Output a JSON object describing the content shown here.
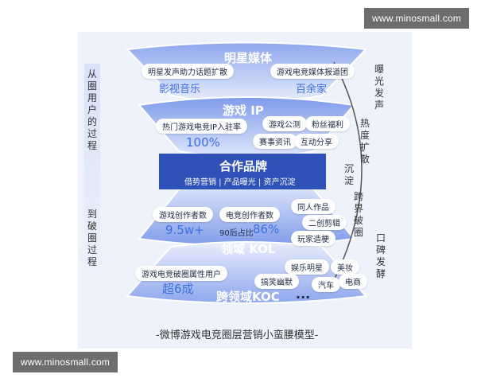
{
  "watermarks": {
    "top": "www.minosmall.com",
    "bottom": "www.minosmall.com"
  },
  "left_arrow": {
    "upper": "从圈用户的过程",
    "lower": "到破圈过程"
  },
  "right_labels": {
    "a": "曝光发声",
    "b": "热度扩散",
    "c": "沉淀",
    "d": "跨界破圈",
    "e": "口碑发酵"
  },
  "tier1": {
    "title": "明星媒体",
    "pill_left": "明星发声助力话题扩散",
    "pill_right": "游戏电竞媒体报道团",
    "label_left": "影视音乐",
    "label_right": "百余家"
  },
  "tier2": {
    "title": "游戏 IP",
    "pill_left": "热门游戏电竞IP入驻率",
    "value": "100%",
    "tags": [
      "游戏公测",
      "粉丝福利",
      "赛事资讯",
      "互动分享"
    ]
  },
  "center": {
    "title": "合作品牌",
    "subtitle": "借势营销 | 产品曝光 | 资产沉淀"
  },
  "tier3": {
    "title": "领域 KOL",
    "pill_left": "游戏创作者数",
    "pill_mid": "电竞创作者数",
    "value": "9.5w+",
    "ratio_prefix": "90后占比",
    "ratio": "86%",
    "tags": [
      "同人作品",
      "二创剪辑",
      "玩家造梗"
    ]
  },
  "tier4": {
    "title": "跨领域KOC",
    "pill_left": "游戏电竞破圈属性用户",
    "value": "超6成",
    "tags": [
      "娱乐明星",
      "美妆",
      "搞笑幽默",
      "汽车",
      "电商"
    ],
    "more": "..."
  },
  "caption": "-微博游戏电竞圈层营销小蛮腰模型-",
  "colors": {
    "primary": "#2f52b8",
    "light": "#a9bdf0",
    "band": "#e6ecfb",
    "accent": "#3d6fe0",
    "caption": "#333333"
  }
}
